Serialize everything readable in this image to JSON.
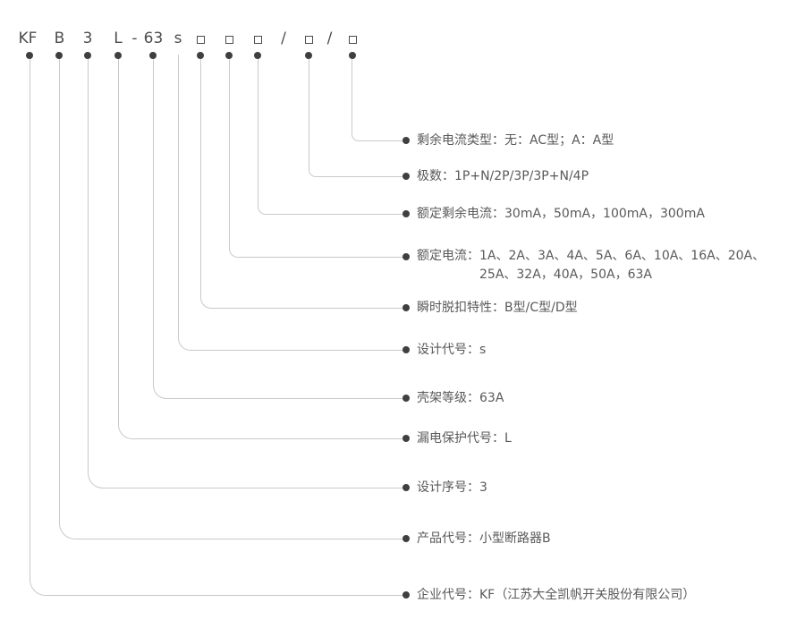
{
  "model": {
    "parts": [
      {
        "text": "KF",
        "type": "text"
      },
      {
        "text": "B",
        "type": "text"
      },
      {
        "text": "3",
        "type": "text"
      },
      {
        "text": "L",
        "type": "text"
      },
      {
        "text": "-",
        "type": "text"
      },
      {
        "text": "63",
        "type": "text"
      },
      {
        "text": "s",
        "type": "text"
      },
      {
        "type": "square"
      },
      {
        "type": "square"
      },
      {
        "type": "square"
      },
      {
        "text": "/",
        "type": "text"
      },
      {
        "type": "square"
      },
      {
        "text": "/",
        "type": "text"
      },
      {
        "type": "square"
      }
    ]
  },
  "rows": [
    {
      "label": "剩余电流类型：无：AC型；A：A型"
    },
    {
      "label": "极数：1P+N/2P/3P/3P+N/4P"
    },
    {
      "label": "额定剩余电流：30mA，50mA，100mA，300mA"
    },
    {
      "label": "额定电流：1A、2A、3A、4A、5A、6A、10A、16A、20A、",
      "label2": "25A、32A，40A，50A，63A"
    },
    {
      "label": "瞬时脱扣特性：B型/C型/D型"
    },
    {
      "label": "设计代号：s"
    },
    {
      "label": "壳架等级：63A"
    },
    {
      "label": "漏电保护代号：L"
    },
    {
      "label": "设计序号：3"
    },
    {
      "label": "产品代号：小型断路器B"
    },
    {
      "label": "企业代号：KF（江苏大全凯帆开关股份有限公司）"
    }
  ],
  "colors": {
    "line": "#c9c9c9",
    "bullet": "#3f3f3f",
    "model_text": "#4d4d4d",
    "label_text": "#595959",
    "background": "#ffffff"
  }
}
